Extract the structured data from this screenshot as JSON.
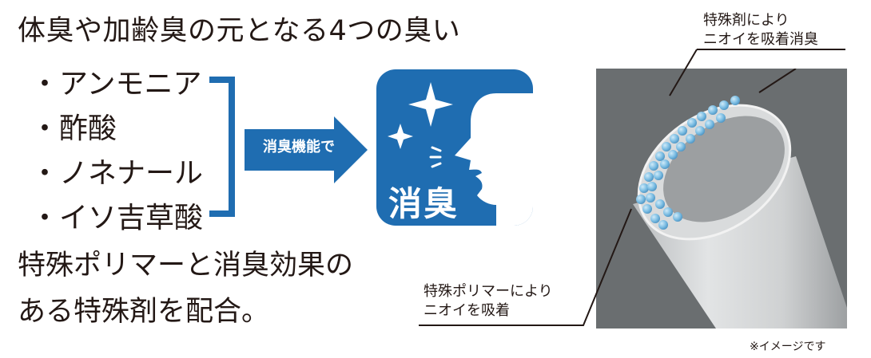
{
  "title": "体臭や加齢臭の元となる4つの臭い",
  "odors": [
    "・アンモニア",
    "・酢酸",
    "・ノネナール",
    "・イソ吉草酸"
  ],
  "arrow_label": "消臭機能で",
  "icon": {
    "name": "deodorize-icon",
    "label": "消臭",
    "color": "#1f6db1"
  },
  "description": {
    "line1": "特殊ポリマーと消臭効果の",
    "line2": "ある特殊剤を配合。"
  },
  "annotations": {
    "top_line1": "特殊剤により",
    "top_line2": "ニオイを吸着消臭",
    "bottom_line1": "特殊ポリマーにより",
    "bottom_line2": "ニオイを吸着"
  },
  "note": "※イメージです",
  "colors": {
    "brand_blue": "#1f6db1",
    "text": "#231815",
    "fiber_bg": "#6a6e70",
    "bead_blue": "#7bbde3"
  }
}
